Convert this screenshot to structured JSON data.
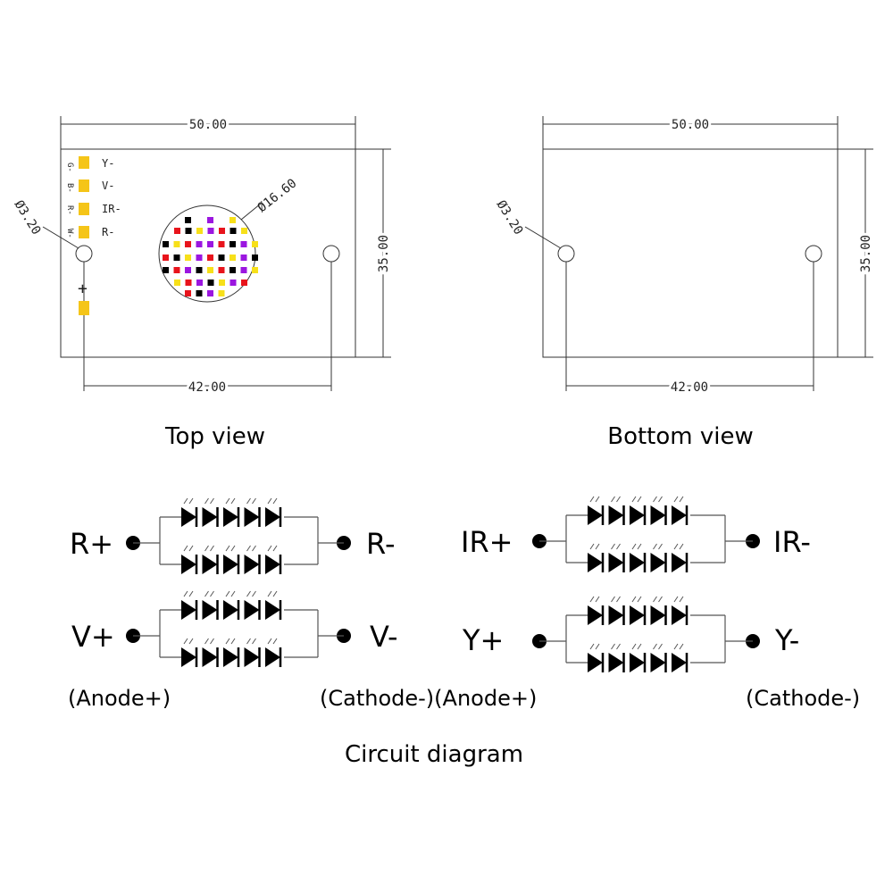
{
  "top_view": {
    "caption": "Top view",
    "width_label": "50.00",
    "height_label": "35.00",
    "hole_spacing_label": "42.00",
    "hole_diameter_label": "Ø3.20",
    "emitter_diameter_label": "Ø16.60",
    "plus_label": "+",
    "pads": [
      {
        "left": "G-",
        "right": "Y-"
      },
      {
        "left": "B-",
        "right": "V-"
      },
      {
        "left": "R-",
        "right": "IR-"
      },
      {
        "left": "W-",
        "right": "R-"
      }
    ],
    "pad_color": "#f5c518",
    "chip_colors": {
      "K": "#000000",
      "R": "#e8141c",
      "Y": "#f7e01a",
      "P": "#9b16e0"
    }
  },
  "bottom_view": {
    "caption": "Bottom view",
    "width_label": "50.00",
    "height_label": "35.00",
    "hole_spacing_label": "42.00",
    "hole_diameter_label": "Ø3.20"
  },
  "circuit": {
    "caption": "Circuit diagram",
    "left": {
      "row1": {
        "anode": "R+",
        "cathode": "R-"
      },
      "row2": {
        "anode": "V+",
        "cathode": "V-"
      }
    },
    "right": {
      "row1": {
        "anode": "IR+",
        "cathode": "IR-"
      },
      "row2": {
        "anode": "Y+",
        "cathode": "Y-"
      }
    },
    "anode_note": "(Anode+)",
    "cathode_anode_note": "(Cathode-)(Anode+)",
    "cathode_note": "(Cathode-)"
  }
}
